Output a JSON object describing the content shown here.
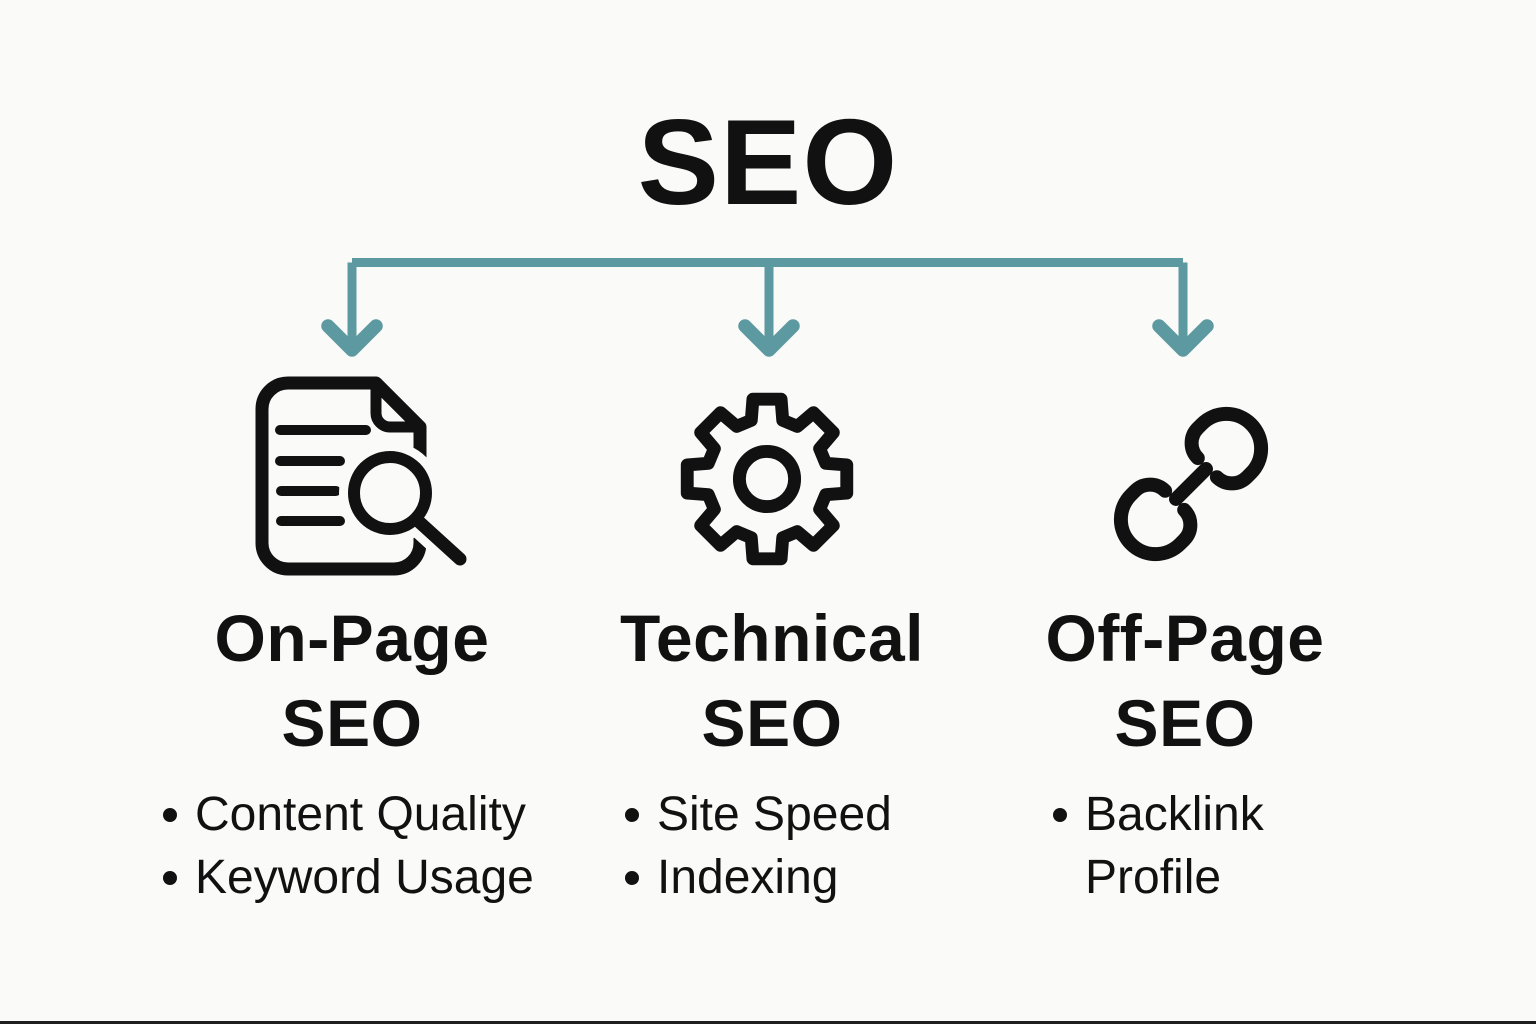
{
  "title": "SEO",
  "colors": {
    "accent": "#5D99A0",
    "ink": "#111111",
    "background": "#FAFAF9"
  },
  "columns": [
    {
      "icon": "document-search-icon",
      "heading": [
        "On-Page",
        "SEO"
      ],
      "bullets": [
        "Content Quality",
        "Keyword Usage"
      ]
    },
    {
      "icon": "gear-icon",
      "heading": [
        "Technical",
        "SEO"
      ],
      "bullets": [
        "Site Speed",
        "Indexing"
      ]
    },
    {
      "icon": "link-icon",
      "heading": [
        "Off-Page",
        "SEO"
      ],
      "bullets": [
        "Backlink Profile"
      ]
    }
  ]
}
